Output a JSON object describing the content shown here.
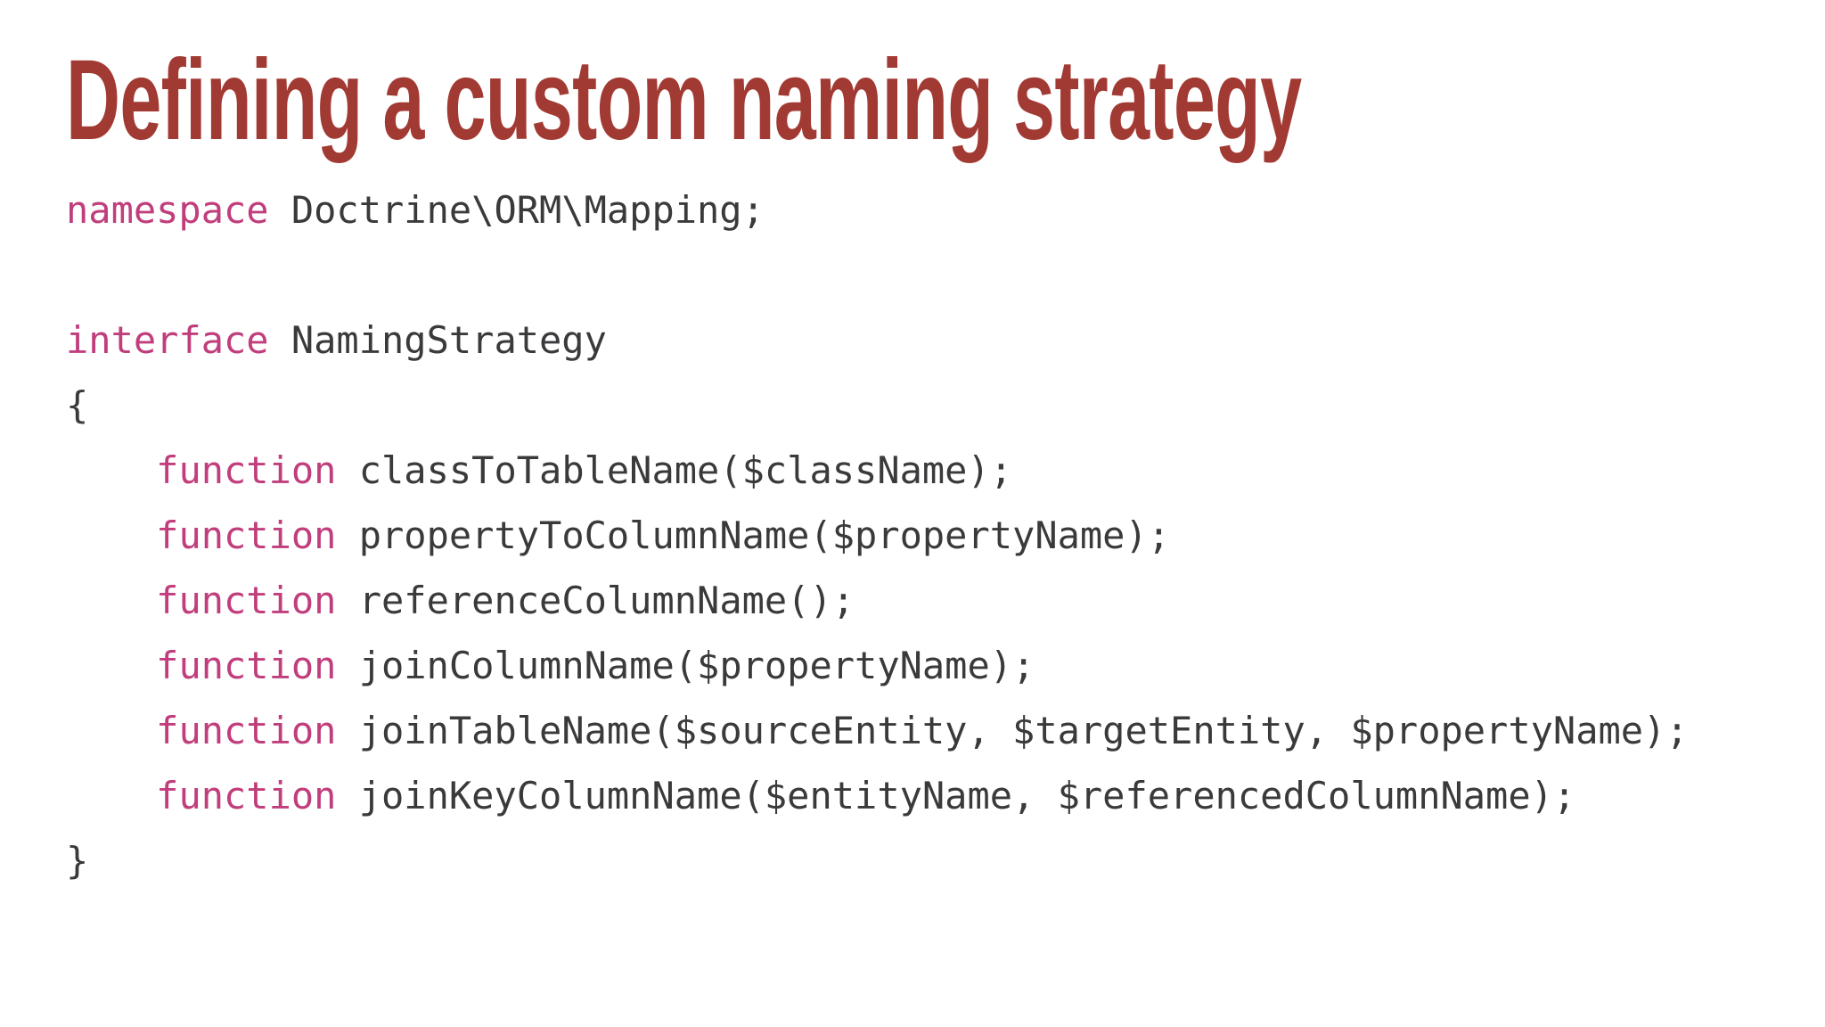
{
  "slide": {
    "title": "Defining a custom naming strategy",
    "language": "php",
    "colors": {
      "background": "#ffffff",
      "title": "#a23a34",
      "keyword": "#c13e7c",
      "code_text": "#3a393b"
    },
    "code": {
      "lines": [
        {
          "segments": [
            {
              "t": "namespace",
              "kw": true
            },
            {
              "t": " Doctrine\\ORM\\Mapping;",
              "kw": false
            }
          ]
        },
        {
          "segments": []
        },
        {
          "segments": [
            {
              "t": "interface",
              "kw": true
            },
            {
              "t": " NamingStrategy",
              "kw": false
            }
          ]
        },
        {
          "segments": [
            {
              "t": "{",
              "kw": false
            }
          ]
        },
        {
          "segments": [
            {
              "t": "    ",
              "kw": false
            },
            {
              "t": "function",
              "kw": true
            },
            {
              "t": " classToTableName($className);",
              "kw": false
            }
          ]
        },
        {
          "segments": [
            {
              "t": "    ",
              "kw": false
            },
            {
              "t": "function",
              "kw": true
            },
            {
              "t": " propertyToColumnName($propertyName);",
              "kw": false
            }
          ]
        },
        {
          "segments": [
            {
              "t": "    ",
              "kw": false
            },
            {
              "t": "function",
              "kw": true
            },
            {
              "t": " referenceColumnName();",
              "kw": false
            }
          ]
        },
        {
          "segments": [
            {
              "t": "    ",
              "kw": false
            },
            {
              "t": "function",
              "kw": true
            },
            {
              "t": " joinColumnName($propertyName);",
              "kw": false
            }
          ]
        },
        {
          "segments": [
            {
              "t": "    ",
              "kw": false
            },
            {
              "t": "function",
              "kw": true
            },
            {
              "t": " joinTableName($sourceEntity, $targetEntity, $propertyName);",
              "kw": false
            }
          ]
        },
        {
          "segments": [
            {
              "t": "    ",
              "kw": false
            },
            {
              "t": "function",
              "kw": true
            },
            {
              "t": " joinKeyColumnName($entityName, $referencedColumnName);",
              "kw": false
            }
          ]
        },
        {
          "segments": [
            {
              "t": "}",
              "kw": false
            }
          ]
        }
      ]
    }
  }
}
